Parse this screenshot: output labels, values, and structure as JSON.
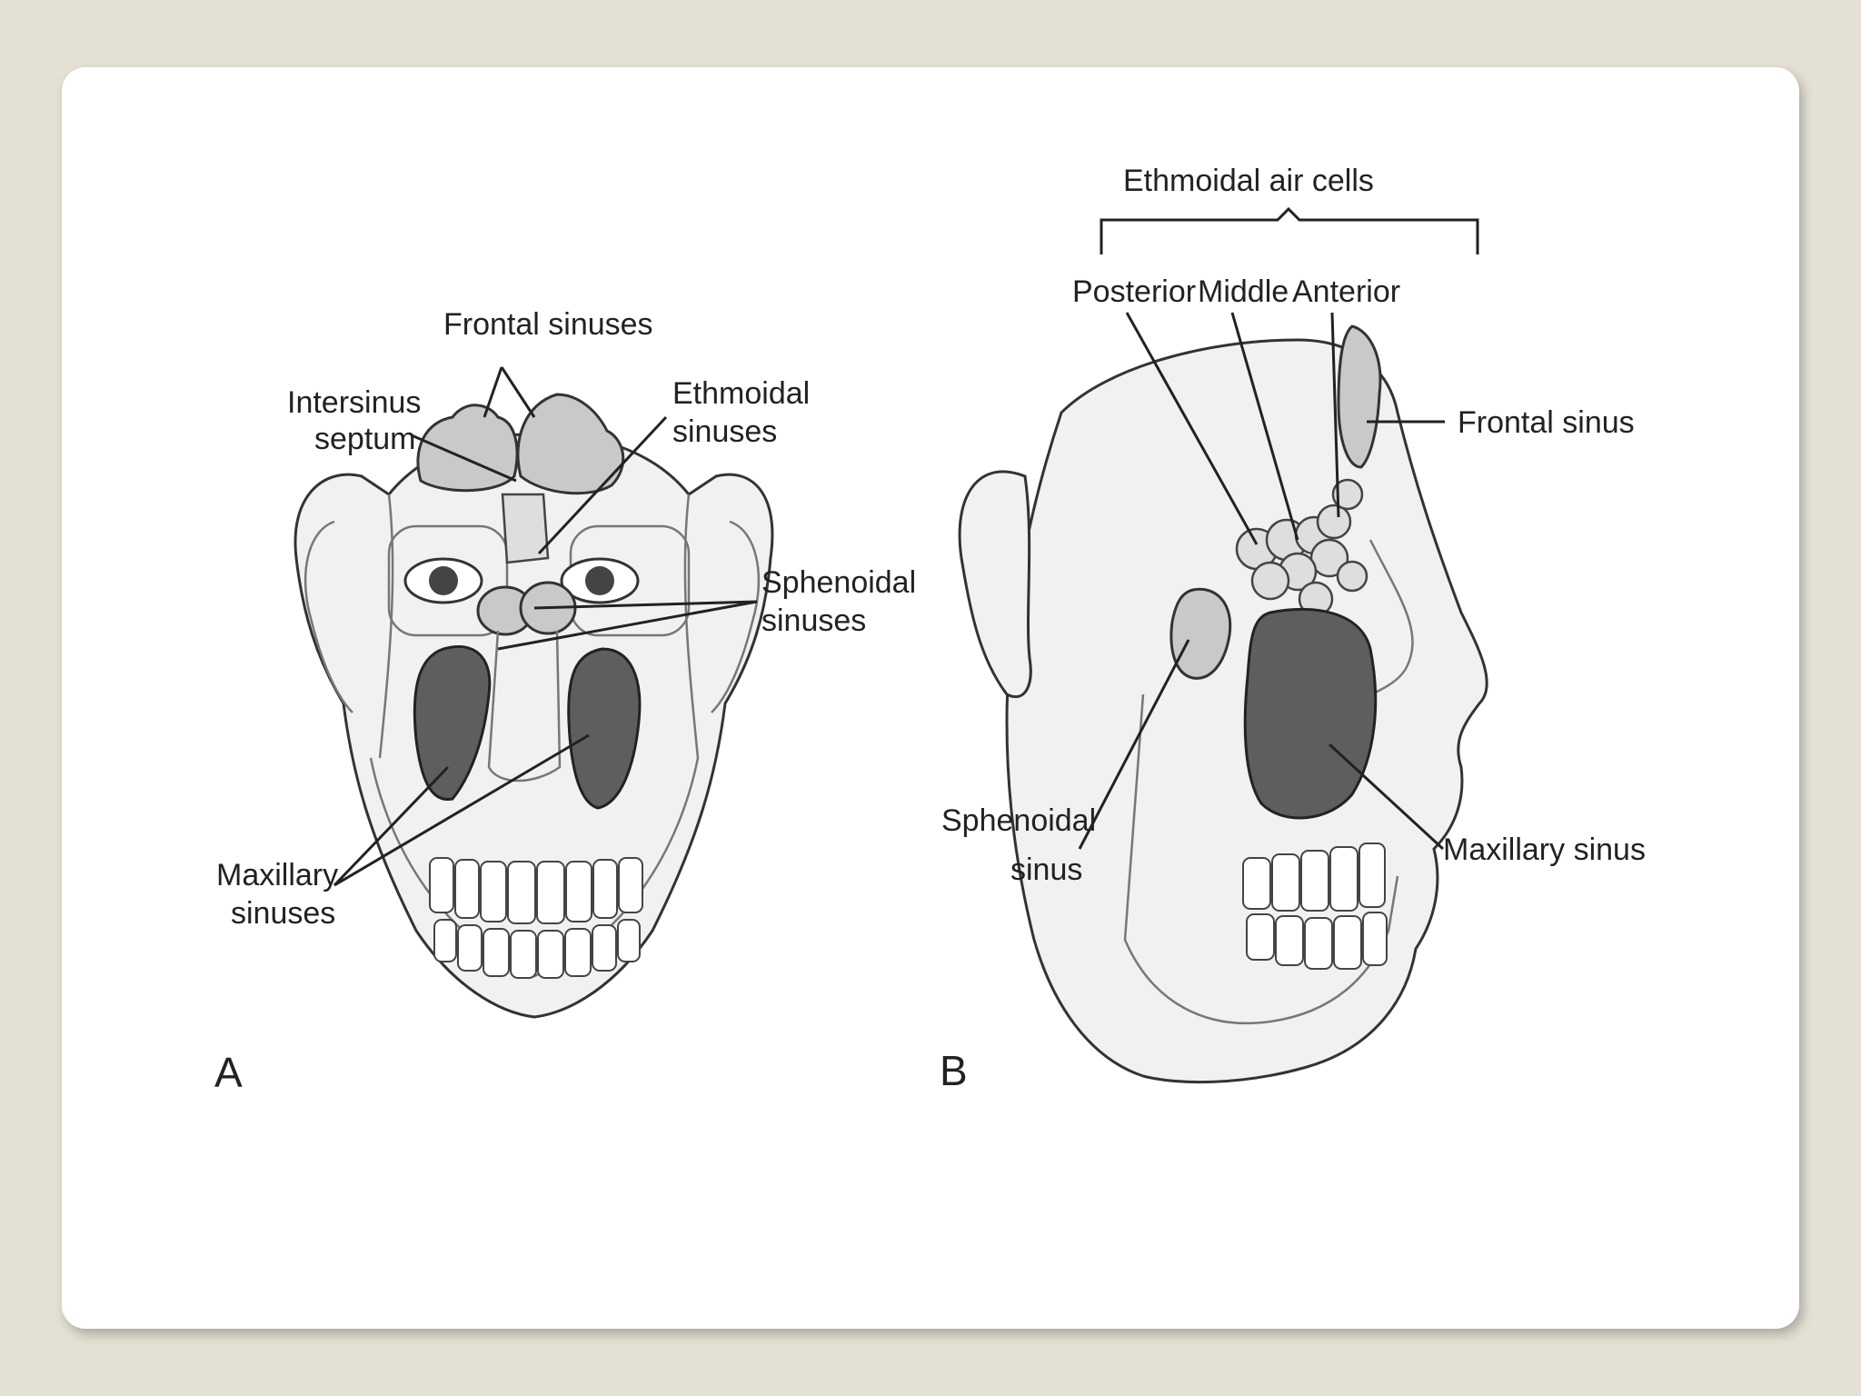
{
  "panel_a": {
    "letter": "A",
    "labels": {
      "frontal_sinuses": "Frontal sinuses",
      "intersinus_septum_1": "Intersinus",
      "intersinus_septum_2": "septum",
      "ethmoidal_sinuses_1": "Ethmoidal",
      "ethmoidal_sinuses_2": "sinuses",
      "sphenoidal_sinuses_1": "Sphenoidal",
      "sphenoidal_sinuses_2": "sinuses",
      "maxillary_sinuses_1": "Maxillary",
      "maxillary_sinuses_2": "sinuses"
    }
  },
  "panel_b": {
    "letter": "B",
    "labels": {
      "ethmoidal_air_cells": "Ethmoidal air cells",
      "posterior": "Posterior",
      "middle": "Middle",
      "anterior": "Anterior",
      "frontal_sinus": "Frontal sinus",
      "sphenoidal_sinus_1": "Sphenoidal",
      "sphenoidal_sinus_2": "sinus",
      "maxillary_sinus": "Maxillary sinus"
    }
  }
}
